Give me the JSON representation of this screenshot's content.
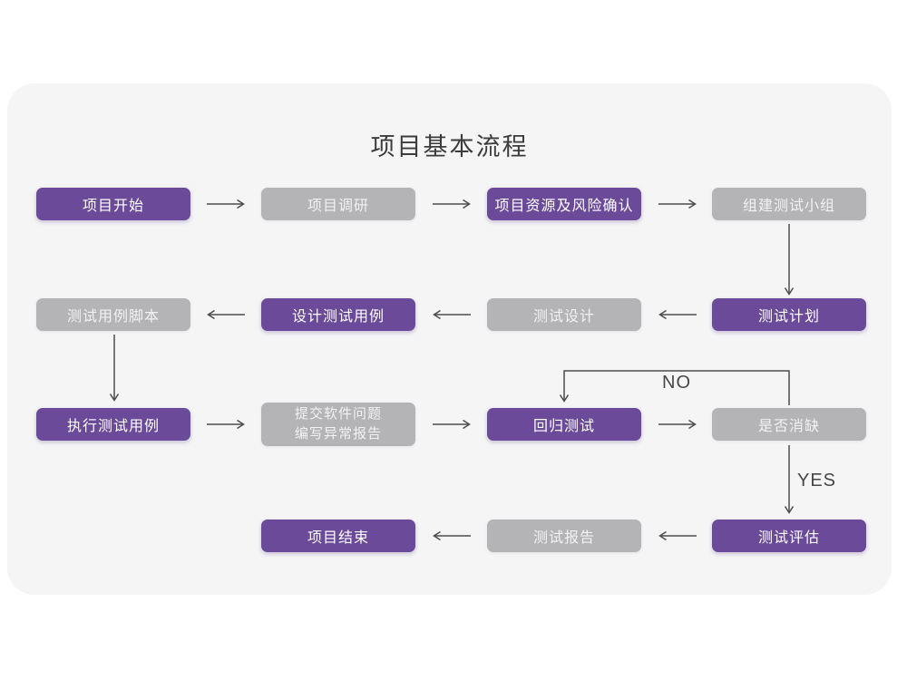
{
  "title": "项目基本流程",
  "colors": {
    "accent_purple": "#6b4a99",
    "muted_gray": "#b4b4b7",
    "card_background": "#f5f5f6",
    "arrow": "#4d4d4d"
  },
  "edge_labels": {
    "no": "NO",
    "yes": "YES"
  },
  "nodes": {
    "project_start": {
      "label": "项目开始",
      "type": "primary"
    },
    "project_research": {
      "label": "项目调研",
      "type": "muted"
    },
    "resource_risk": {
      "label": "项目资源及风险确认",
      "type": "primary"
    },
    "build_test_team": {
      "label": "组建测试小组",
      "type": "muted"
    },
    "test_case_script": {
      "label": "测试用例脚本",
      "type": "muted"
    },
    "design_test_cases": {
      "label": "设计测试用例",
      "type": "primary"
    },
    "test_design": {
      "label": "测试设计",
      "type": "muted"
    },
    "test_plan": {
      "label": "测试计划",
      "type": "primary"
    },
    "execute_test_cases": {
      "label": "执行测试用例",
      "type": "primary"
    },
    "submit_issue_report": {
      "label": "提交软件问题\n编写异常报告",
      "type": "muted"
    },
    "regression_test": {
      "label": "回归测试",
      "type": "primary"
    },
    "defect_cleared": {
      "label": "是否消缺",
      "type": "muted"
    },
    "project_end": {
      "label": "项目结束",
      "type": "primary"
    },
    "test_report": {
      "label": "测试报告",
      "type": "muted"
    },
    "test_evaluation": {
      "label": "测试评估",
      "type": "primary"
    }
  }
}
